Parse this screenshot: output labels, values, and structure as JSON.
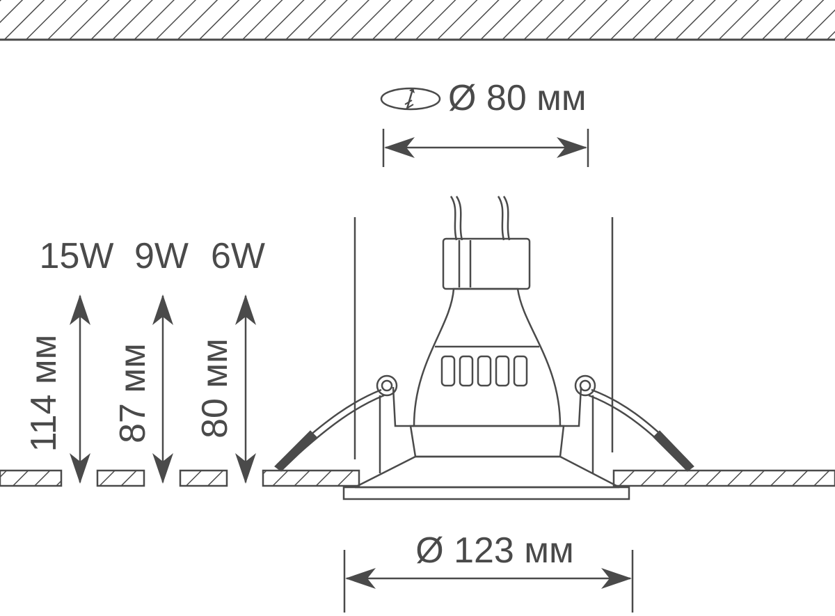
{
  "diagram": {
    "cutout_label": "Ø 80 мм",
    "outer_label": "Ø 123 мм",
    "wattages": [
      {
        "power": "15W",
        "height": "114 мм"
      },
      {
        "power": "9W",
        "height": "87 мм"
      },
      {
        "power": "6W",
        "height": "80 мм"
      }
    ],
    "colors": {
      "line": "#4a4a4a",
      "background": "#ffffff"
    }
  }
}
